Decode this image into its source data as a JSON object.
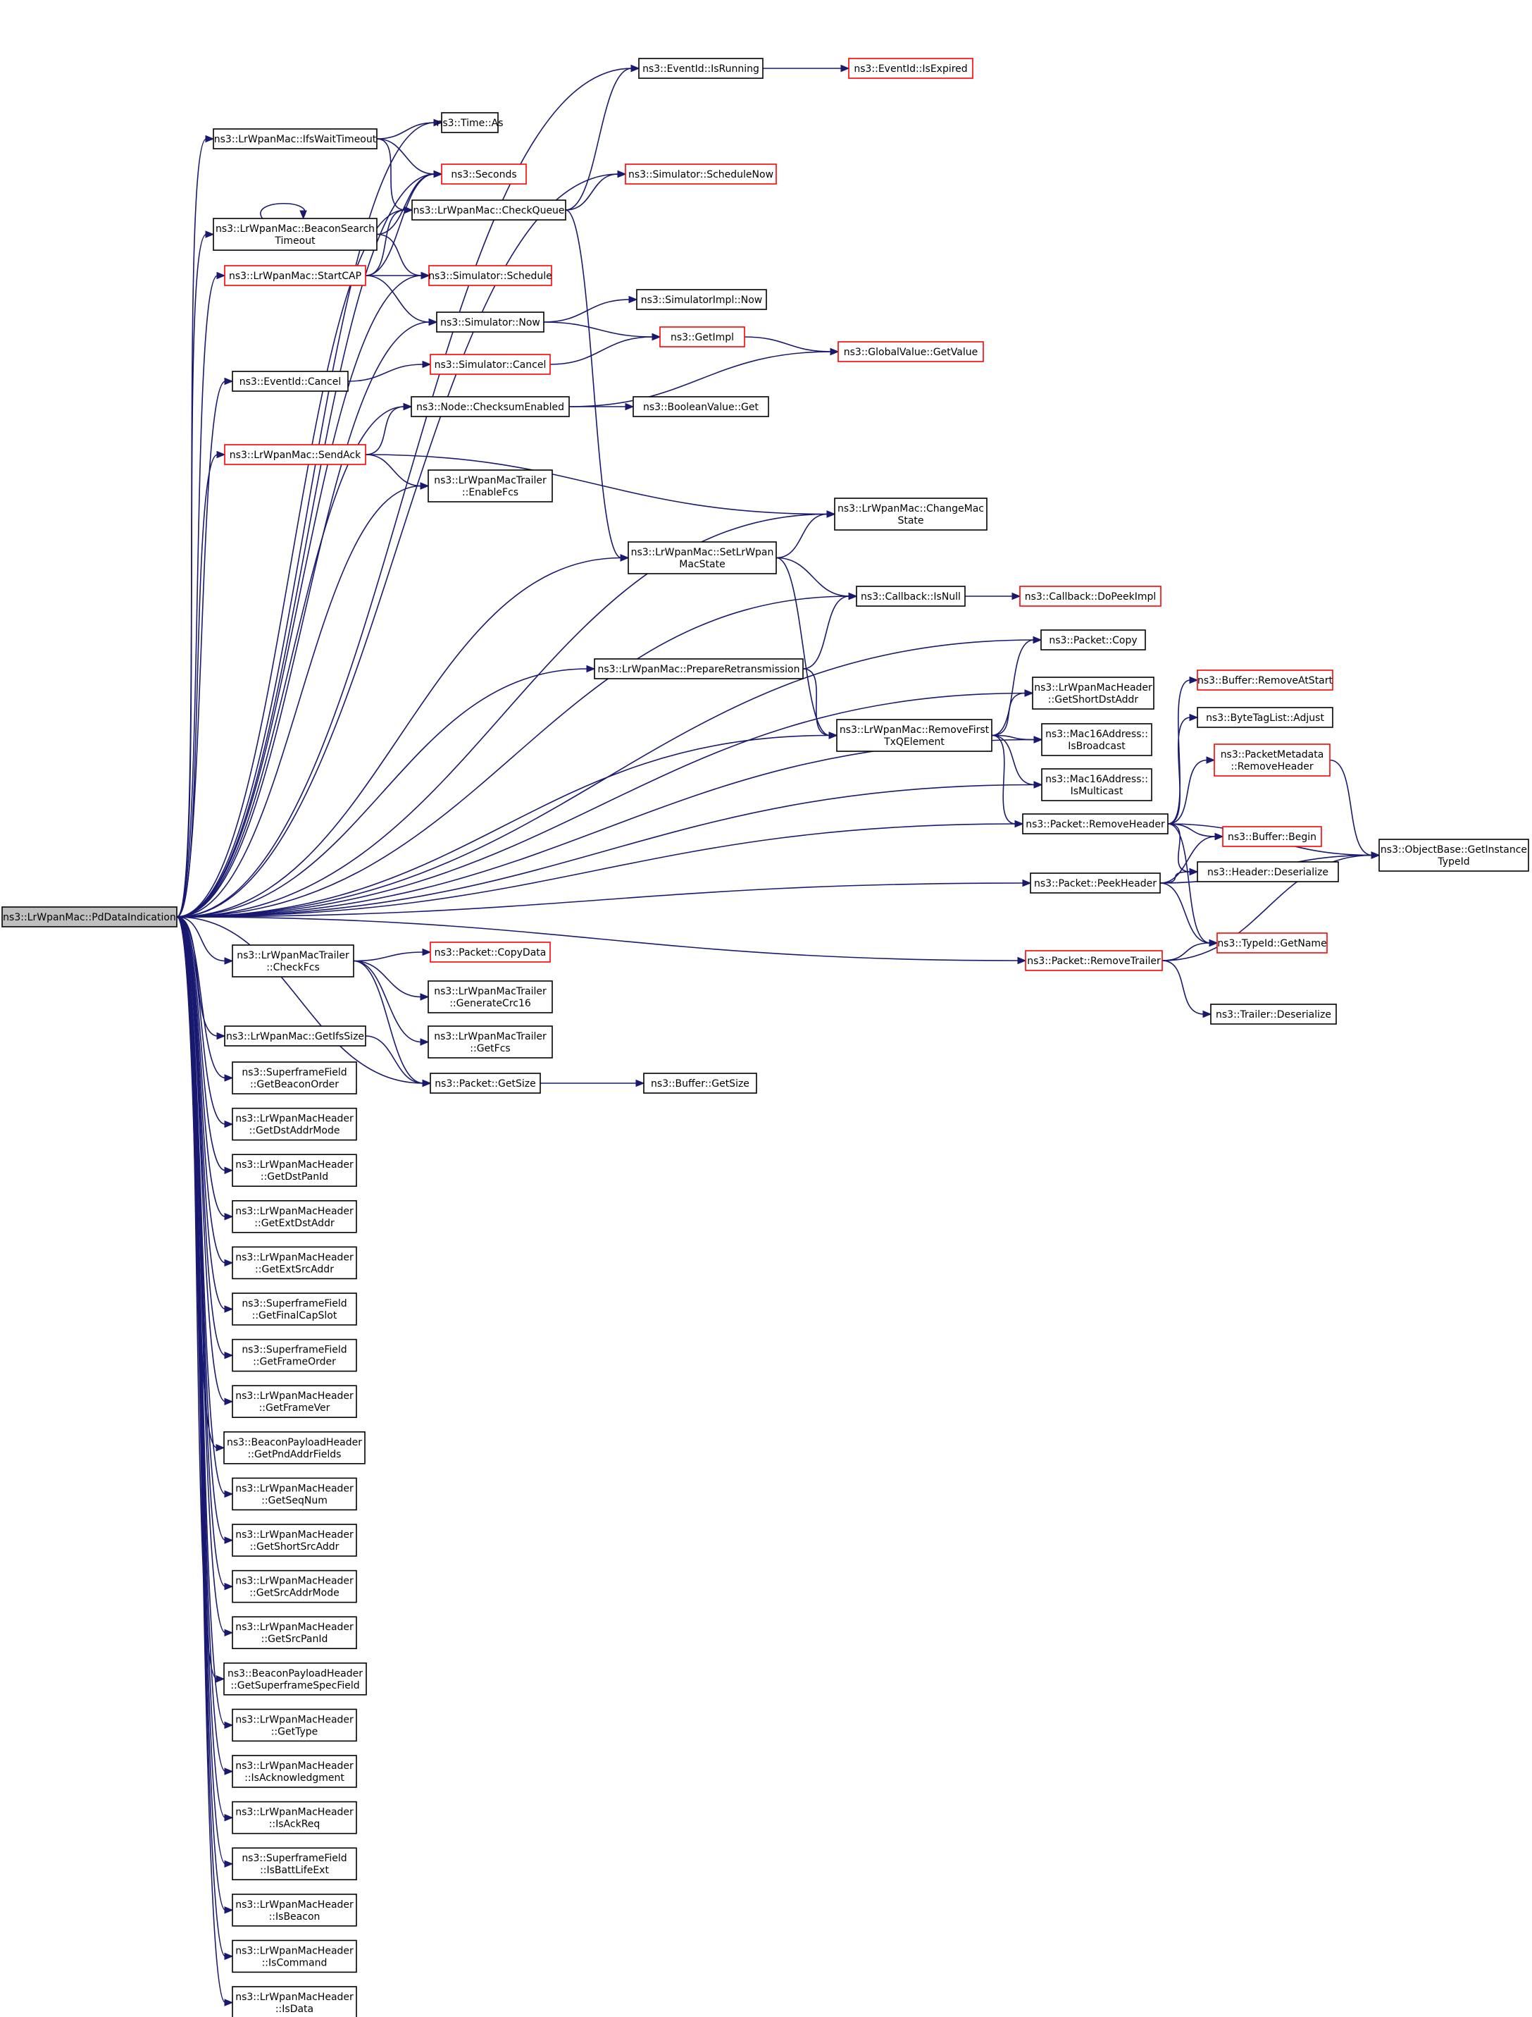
{
  "colors": {
    "edge": "#191970",
    "border_normal": "#000000",
    "border_truncated": "#ff0000",
    "root_fill": "#bfbfbf",
    "background": "#ffffff"
  },
  "nodes": [
    {
      "id": "root",
      "lines": [
        "ns3::LrWpanMac::PdDataIndication"
      ],
      "style": "root"
    },
    {
      "id": "isrunning",
      "lines": [
        "ns3::EventId::IsRunning"
      ],
      "style": "normal"
    },
    {
      "id": "isexpired",
      "lines": [
        "ns3::EventId::IsExpired"
      ],
      "style": "truncated"
    },
    {
      "id": "timeas",
      "lines": [
        "ns3::Time::As"
      ],
      "style": "normal"
    },
    {
      "id": "ifswait",
      "lines": [
        "ns3::LrWpanMac::IfsWaitTimeout"
      ],
      "style": "normal"
    },
    {
      "id": "seconds",
      "lines": [
        "ns3::Seconds"
      ],
      "style": "truncated"
    },
    {
      "id": "schednow",
      "lines": [
        "ns3::Simulator::ScheduleNow"
      ],
      "style": "truncated"
    },
    {
      "id": "checkqueue",
      "lines": [
        "ns3::LrWpanMac::CheckQueue"
      ],
      "style": "normal"
    },
    {
      "id": "beaconsearch",
      "lines": [
        "ns3::LrWpanMac::BeaconSearch",
        "Timeout"
      ],
      "style": "normal"
    },
    {
      "id": "startcap",
      "lines": [
        "ns3::LrWpanMac::StartCAP"
      ],
      "style": "truncated"
    },
    {
      "id": "schedule",
      "lines": [
        "ns3::Simulator::Schedule"
      ],
      "style": "truncated"
    },
    {
      "id": "implnow",
      "lines": [
        "ns3::SimulatorImpl::Now"
      ],
      "style": "normal"
    },
    {
      "id": "simnow",
      "lines": [
        "ns3::Simulator::Now"
      ],
      "style": "normal"
    },
    {
      "id": "getimpl",
      "lines": [
        "ns3::GetImpl"
      ],
      "style": "truncated"
    },
    {
      "id": "globalget",
      "lines": [
        "ns3::GlobalValue::GetValue"
      ],
      "style": "truncated"
    },
    {
      "id": "simcancel",
      "lines": [
        "ns3::Simulator::Cancel"
      ],
      "style": "truncated"
    },
    {
      "id": "eventcancel",
      "lines": [
        "ns3::EventId::Cancel"
      ],
      "style": "normal"
    },
    {
      "id": "checksum",
      "lines": [
        "ns3::Node::ChecksumEnabled"
      ],
      "style": "normal"
    },
    {
      "id": "boolget",
      "lines": [
        "ns3::BooleanValue::Get"
      ],
      "style": "normal"
    },
    {
      "id": "sendack",
      "lines": [
        "ns3::LrWpanMac::SendAck"
      ],
      "style": "truncated"
    },
    {
      "id": "enablefcs",
      "lines": [
        "ns3::LrWpanMacTrailer",
        "::EnableFcs"
      ],
      "style": "normal"
    },
    {
      "id": "changemac",
      "lines": [
        "ns3::LrWpanMac::ChangeMac",
        "State"
      ],
      "style": "normal"
    },
    {
      "id": "setlrwpan",
      "lines": [
        "ns3::LrWpanMac::SetLrWpan",
        "MacState"
      ],
      "style": "normal"
    },
    {
      "id": "isnull",
      "lines": [
        "ns3::Callback::IsNull"
      ],
      "style": "normal"
    },
    {
      "id": "dopeek",
      "lines": [
        "ns3::Callback::DoPeekImpl"
      ],
      "style": "truncated"
    },
    {
      "id": "pktcopy",
      "lines": [
        "ns3::Packet::Copy"
      ],
      "style": "normal"
    },
    {
      "id": "prepare",
      "lines": [
        "ns3::LrWpanMac::PrepareRetransmission"
      ],
      "style": "normal"
    },
    {
      "id": "bufremstart",
      "lines": [
        "ns3::Buffer::RemoveAtStart"
      ],
      "style": "truncated"
    },
    {
      "id": "getshortdst",
      "lines": [
        "ns3::LrWpanMacHeader",
        "::GetShortDstAddr"
      ],
      "style": "normal"
    },
    {
      "id": "bytetag",
      "lines": [
        "ns3::ByteTagList::Adjust"
      ],
      "style": "normal"
    },
    {
      "id": "removefirst",
      "lines": [
        "ns3::LrWpanMac::RemoveFirst",
        "TxQElement"
      ],
      "style": "normal"
    },
    {
      "id": "isbroadcast",
      "lines": [
        "ns3::Mac16Address::",
        "IsBroadcast"
      ],
      "style": "normal"
    },
    {
      "id": "pmremhdr",
      "lines": [
        "ns3::PacketMetadata",
        "::RemoveHeader"
      ],
      "style": "truncated"
    },
    {
      "id": "ismulticast",
      "lines": [
        "ns3::Mac16Address::",
        "IsMulticast"
      ],
      "style": "normal"
    },
    {
      "id": "pktremhdr",
      "lines": [
        "ns3::Packet::RemoveHeader"
      ],
      "style": "normal"
    },
    {
      "id": "bufbegin",
      "lines": [
        "ns3::Buffer::Begin"
      ],
      "style": "truncated"
    },
    {
      "id": "getinstance",
      "lines": [
        "ns3::ObjectBase::GetInstance",
        "TypeId"
      ],
      "style": "normal"
    },
    {
      "id": "hdrdeser",
      "lines": [
        "ns3::Header::Deserialize"
      ],
      "style": "normal"
    },
    {
      "id": "peekhdr",
      "lines": [
        "ns3::Packet::PeekHeader"
      ],
      "style": "normal"
    },
    {
      "id": "typename",
      "lines": [
        "ns3::TypeId::GetName"
      ],
      "style": "truncated"
    },
    {
      "id": "remtrailer",
      "lines": [
        "ns3::Packet::RemoveTrailer"
      ],
      "style": "truncated"
    },
    {
      "id": "trldeser",
      "lines": [
        "ns3::Trailer::Deserialize"
      ],
      "style": "normal"
    },
    {
      "id": "checkfcs",
      "lines": [
        "ns3::LrWpanMacTrailer",
        "::CheckFcs"
      ],
      "style": "normal"
    },
    {
      "id": "copydata",
      "lines": [
        "ns3::Packet::CopyData"
      ],
      "style": "truncated"
    },
    {
      "id": "gencrc",
      "lines": [
        "ns3::LrWpanMacTrailer",
        "::GenerateCrc16"
      ],
      "style": "normal"
    },
    {
      "id": "getfcs",
      "lines": [
        "ns3::LrWpanMacTrailer",
        "::GetFcs"
      ],
      "style": "normal"
    },
    {
      "id": "getifs",
      "lines": [
        "ns3::LrWpanMac::GetIfsSize"
      ],
      "style": "normal"
    },
    {
      "id": "pktsize",
      "lines": [
        "ns3::Packet::GetSize"
      ],
      "style": "normal"
    },
    {
      "id": "bufsize",
      "lines": [
        "ns3::Buffer::GetSize"
      ],
      "style": "normal"
    },
    {
      "id": "l0",
      "lines": [
        "ns3::SuperframeField",
        "::GetBeaconOrder"
      ],
      "style": "normal"
    },
    {
      "id": "l1",
      "lines": [
        "ns3::LrWpanMacHeader",
        "::GetDstAddrMode"
      ],
      "style": "normal"
    },
    {
      "id": "l2",
      "lines": [
        "ns3::LrWpanMacHeader",
        "::GetDstPanId"
      ],
      "style": "normal"
    },
    {
      "id": "l3",
      "lines": [
        "ns3::LrWpanMacHeader",
        "::GetExtDstAddr"
      ],
      "style": "normal"
    },
    {
      "id": "l4",
      "lines": [
        "ns3::LrWpanMacHeader",
        "::GetExtSrcAddr"
      ],
      "style": "normal"
    },
    {
      "id": "l5",
      "lines": [
        "ns3::SuperframeField",
        "::GetFinalCapSlot"
      ],
      "style": "normal"
    },
    {
      "id": "l6",
      "lines": [
        "ns3::SuperframeField",
        "::GetFrameOrder"
      ],
      "style": "normal"
    },
    {
      "id": "l7",
      "lines": [
        "ns3::LrWpanMacHeader",
        "::GetFrameVer"
      ],
      "style": "normal"
    },
    {
      "id": "l8",
      "lines": [
        "ns3::BeaconPayloadHeader",
        "::GetPndAddrFields"
      ],
      "style": "normal"
    },
    {
      "id": "l9",
      "lines": [
        "ns3::LrWpanMacHeader",
        "::GetSeqNum"
      ],
      "style": "normal"
    },
    {
      "id": "l10",
      "lines": [
        "ns3::LrWpanMacHeader",
        "::GetShortSrcAddr"
      ],
      "style": "normal"
    },
    {
      "id": "l11",
      "lines": [
        "ns3::LrWpanMacHeader",
        "::GetSrcAddrMode"
      ],
      "style": "normal"
    },
    {
      "id": "l12",
      "lines": [
        "ns3::LrWpanMacHeader",
        "::GetSrcPanId"
      ],
      "style": "normal"
    },
    {
      "id": "l13",
      "lines": [
        "ns3::BeaconPayloadHeader",
        "::GetSuperframeSpecField"
      ],
      "style": "normal"
    },
    {
      "id": "l14",
      "lines": [
        "ns3::LrWpanMacHeader",
        "::GetType"
      ],
      "style": "normal"
    },
    {
      "id": "l15",
      "lines": [
        "ns3::LrWpanMacHeader",
        "::IsAcknowledgment"
      ],
      "style": "normal"
    },
    {
      "id": "l16",
      "lines": [
        "ns3::LrWpanMacHeader",
        "::IsAckReq"
      ],
      "style": "normal"
    },
    {
      "id": "l17",
      "lines": [
        "ns3::SuperframeField",
        "::IsBattLifeExt"
      ],
      "style": "normal"
    },
    {
      "id": "l18",
      "lines": [
        "ns3::LrWpanMacHeader",
        "::IsBeacon"
      ],
      "style": "normal"
    },
    {
      "id": "l19",
      "lines": [
        "ns3::LrWpanMacHeader",
        "::IsCommand"
      ],
      "style": "normal"
    },
    {
      "id": "l20",
      "lines": [
        "ns3::LrWpanMacHeader",
        "::IsData"
      ],
      "style": "normal"
    }
  ],
  "edges": [
    [
      "root",
      "isrunning"
    ],
    [
      "root",
      "timeas"
    ],
    [
      "root",
      "ifswait"
    ],
    [
      "root",
      "seconds"
    ],
    [
      "root",
      "schednow"
    ],
    [
      "root",
      "checkqueue"
    ],
    [
      "root",
      "beaconsearch"
    ],
    [
      "root",
      "startcap"
    ],
    [
      "root",
      "schedule"
    ],
    [
      "root",
      "simnow"
    ],
    [
      "root",
      "eventcancel"
    ],
    [
      "root",
      "checksum"
    ],
    [
      "root",
      "sendack"
    ],
    [
      "root",
      "enablefcs"
    ],
    [
      "root",
      "changemac"
    ],
    [
      "root",
      "setlrwpan"
    ],
    [
      "root",
      "isnull"
    ],
    [
      "root",
      "pktcopy"
    ],
    [
      "root",
      "prepare"
    ],
    [
      "root",
      "getshortdst"
    ],
    [
      "root",
      "removefirst"
    ],
    [
      "root",
      "isbroadcast"
    ],
    [
      "root",
      "ismulticast"
    ],
    [
      "root",
      "pktremhdr"
    ],
    [
      "root",
      "peekhdr"
    ],
    [
      "root",
      "remtrailer"
    ],
    [
      "root",
      "checkfcs"
    ],
    [
      "root",
      "getifs"
    ],
    [
      "root",
      "pktsize"
    ],
    [
      "root",
      "l0"
    ],
    [
      "root",
      "l1"
    ],
    [
      "root",
      "l2"
    ],
    [
      "root",
      "l3"
    ],
    [
      "root",
      "l4"
    ],
    [
      "root",
      "l5"
    ],
    [
      "root",
      "l6"
    ],
    [
      "root",
      "l7"
    ],
    [
      "root",
      "l8"
    ],
    [
      "root",
      "l9"
    ],
    [
      "root",
      "l10"
    ],
    [
      "root",
      "l11"
    ],
    [
      "root",
      "l12"
    ],
    [
      "root",
      "l13"
    ],
    [
      "root",
      "l14"
    ],
    [
      "root",
      "l15"
    ],
    [
      "root",
      "l16"
    ],
    [
      "root",
      "l17"
    ],
    [
      "root",
      "l18"
    ],
    [
      "root",
      "l19"
    ],
    [
      "root",
      "l20"
    ],
    [
      "isrunning",
      "isexpired"
    ],
    [
      "ifswait",
      "timeas"
    ],
    [
      "ifswait",
      "seconds"
    ],
    [
      "ifswait",
      "checkqueue"
    ],
    [
      "checkqueue",
      "isrunning"
    ],
    [
      "checkqueue",
      "schednow"
    ],
    [
      "checkqueue",
      "setlrwpan"
    ],
    [
      "beaconsearch",
      "beaconsearch"
    ],
    [
      "beaconsearch",
      "seconds"
    ],
    [
      "beaconsearch",
      "schedule"
    ],
    [
      "startcap",
      "seconds"
    ],
    [
      "startcap",
      "checkqueue"
    ],
    [
      "startcap",
      "schedule"
    ],
    [
      "startcap",
      "simnow"
    ],
    [
      "simnow",
      "implnow"
    ],
    [
      "simnow",
      "getimpl"
    ],
    [
      "getimpl",
      "globalget"
    ],
    [
      "eventcancel",
      "simcancel"
    ],
    [
      "simcancel",
      "getimpl"
    ],
    [
      "checksum",
      "globalget"
    ],
    [
      "checksum",
      "boolget"
    ],
    [
      "sendack",
      "checksum"
    ],
    [
      "sendack",
      "enablefcs"
    ],
    [
      "sendack",
      "changemac"
    ],
    [
      "setlrwpan",
      "changemac"
    ],
    [
      "setlrwpan",
      "isnull"
    ],
    [
      "setlrwpan",
      "removefirst"
    ],
    [
      "isnull",
      "dopeek"
    ],
    [
      "prepare",
      "isnull"
    ],
    [
      "prepare",
      "removefirst"
    ],
    [
      "removefirst",
      "pktcopy"
    ],
    [
      "removefirst",
      "getshortdst"
    ],
    [
      "removefirst",
      "isbroadcast"
    ],
    [
      "removefirst",
      "ismulticast"
    ],
    [
      "removefirst",
      "pktremhdr"
    ],
    [
      "pktremhdr",
      "bufremstart"
    ],
    [
      "pktremhdr",
      "bytetag"
    ],
    [
      "pktremhdr",
      "pmremhdr"
    ],
    [
      "pktremhdr",
      "getinstance"
    ],
    [
      "pktremhdr",
      "bufbegin"
    ],
    [
      "pktremhdr",
      "hdrdeser"
    ],
    [
      "pktremhdr",
      "typename"
    ],
    [
      "pmremhdr",
      "getinstance"
    ],
    [
      "peekhdr",
      "bufbegin"
    ],
    [
      "peekhdr",
      "hdrdeser"
    ],
    [
      "peekhdr",
      "getinstance"
    ],
    [
      "peekhdr",
      "typename"
    ],
    [
      "remtrailer",
      "typename"
    ],
    [
      "remtrailer",
      "getinstance"
    ],
    [
      "remtrailer",
      "trldeser"
    ],
    [
      "checkfcs",
      "copydata"
    ],
    [
      "checkfcs",
      "gencrc"
    ],
    [
      "checkfcs",
      "getfcs"
    ],
    [
      "checkfcs",
      "pktsize"
    ],
    [
      "getifs",
      "pktsize"
    ],
    [
      "pktsize",
      "bufsize"
    ]
  ]
}
